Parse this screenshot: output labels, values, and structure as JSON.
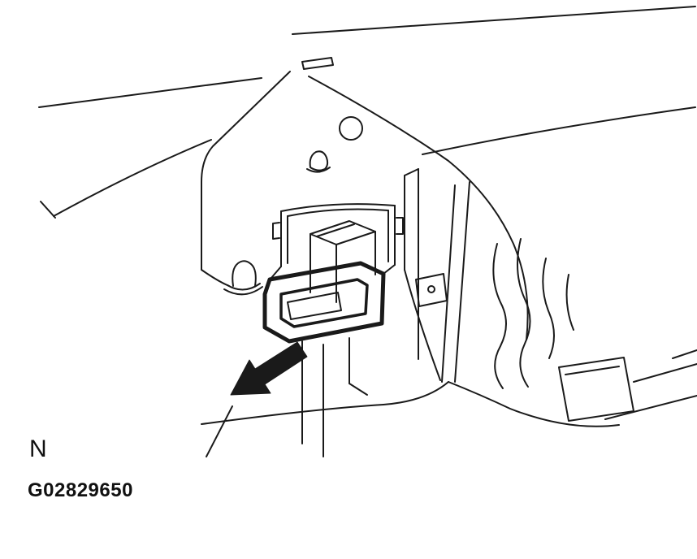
{
  "figure": {
    "note_label": "N",
    "figure_id": "G02829650",
    "arrow": {
      "name": "removal-direction-arrow",
      "direction": "down-left",
      "style": "solid-filled"
    },
    "colors": {
      "background": "#ffffff",
      "line": "#1a1a1a"
    }
  }
}
